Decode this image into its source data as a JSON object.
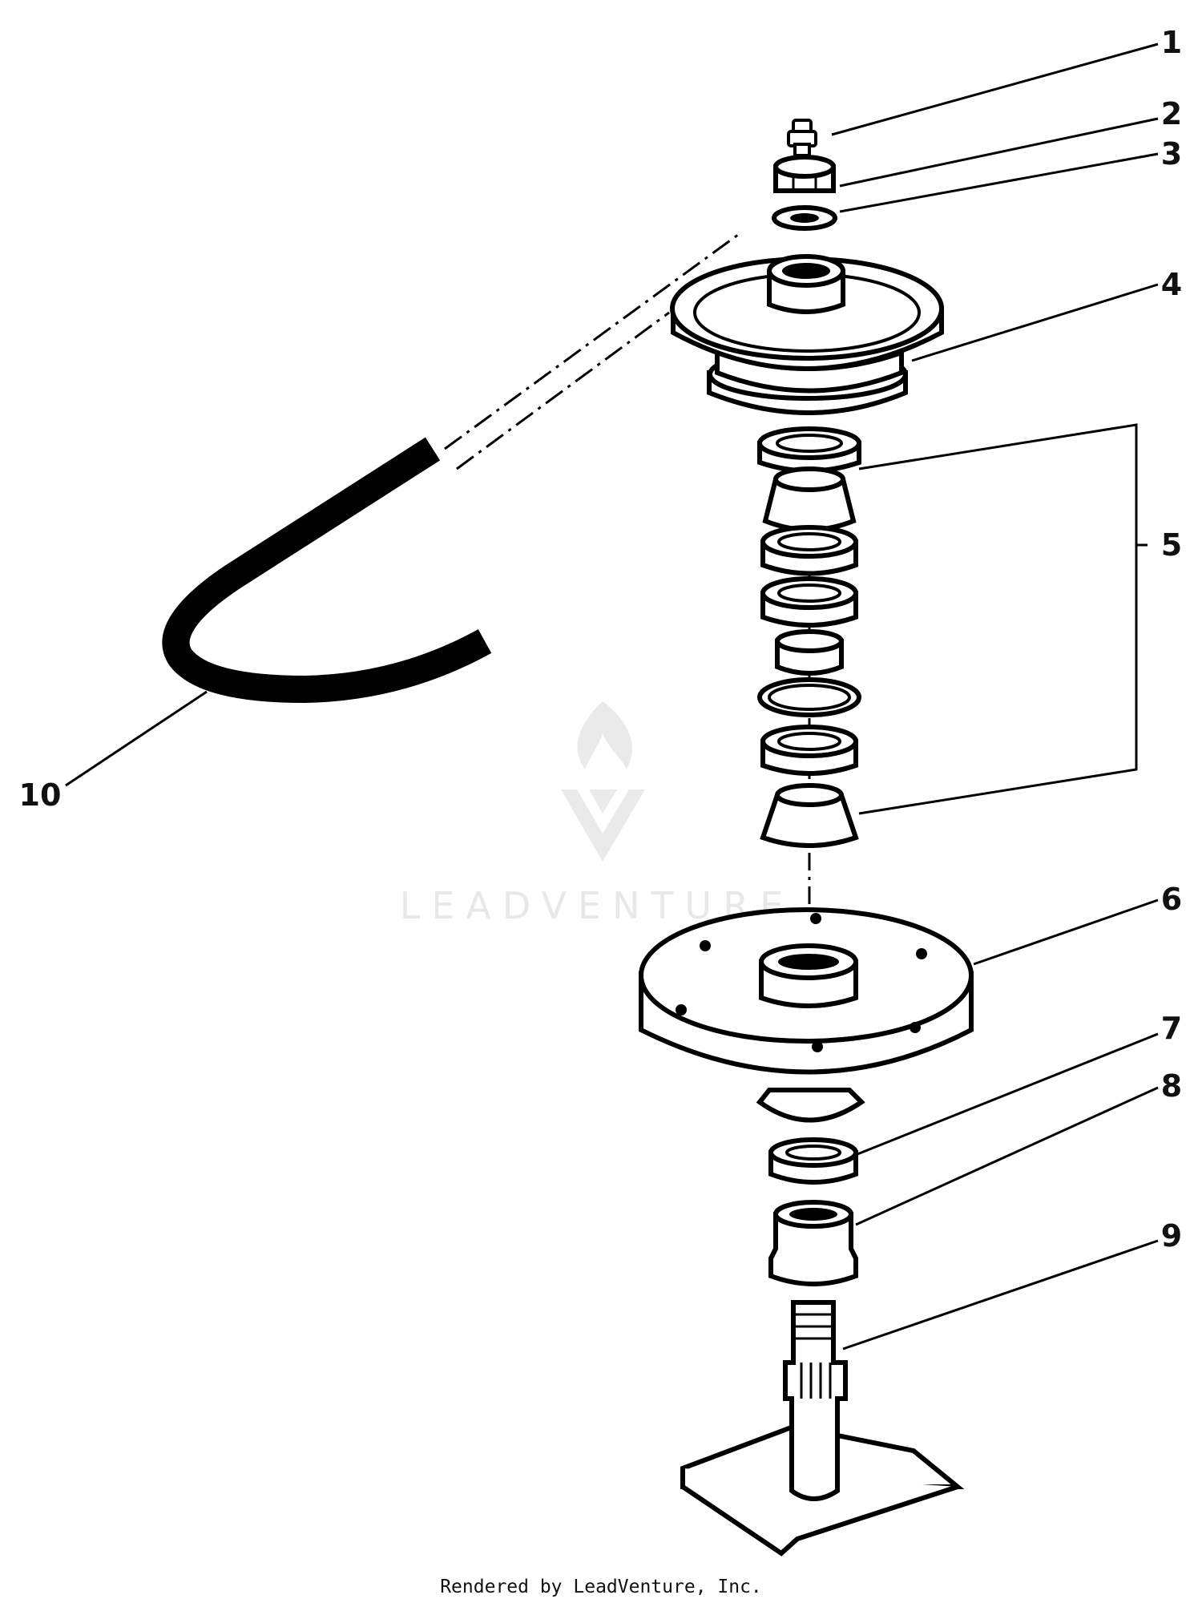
{
  "callouts": [
    {
      "id": "1",
      "label": "1"
    },
    {
      "id": "2",
      "label": "2"
    },
    {
      "id": "3",
      "label": "3"
    },
    {
      "id": "4",
      "label": "4"
    },
    {
      "id": "5",
      "label": "5"
    },
    {
      "id": "6",
      "label": "6"
    },
    {
      "id": "7",
      "label": "7"
    },
    {
      "id": "8",
      "label": "8"
    },
    {
      "id": "9",
      "label": "9"
    },
    {
      "id": "10",
      "label": "10"
    }
  ],
  "watermark": {
    "text": "LEADVENTURE"
  },
  "footer": {
    "text": "Rendered by LeadVenture, Inc."
  },
  "colors": {
    "ink": "#000000",
    "background": "#ffffff",
    "watermark": "#e6e6e6"
  }
}
